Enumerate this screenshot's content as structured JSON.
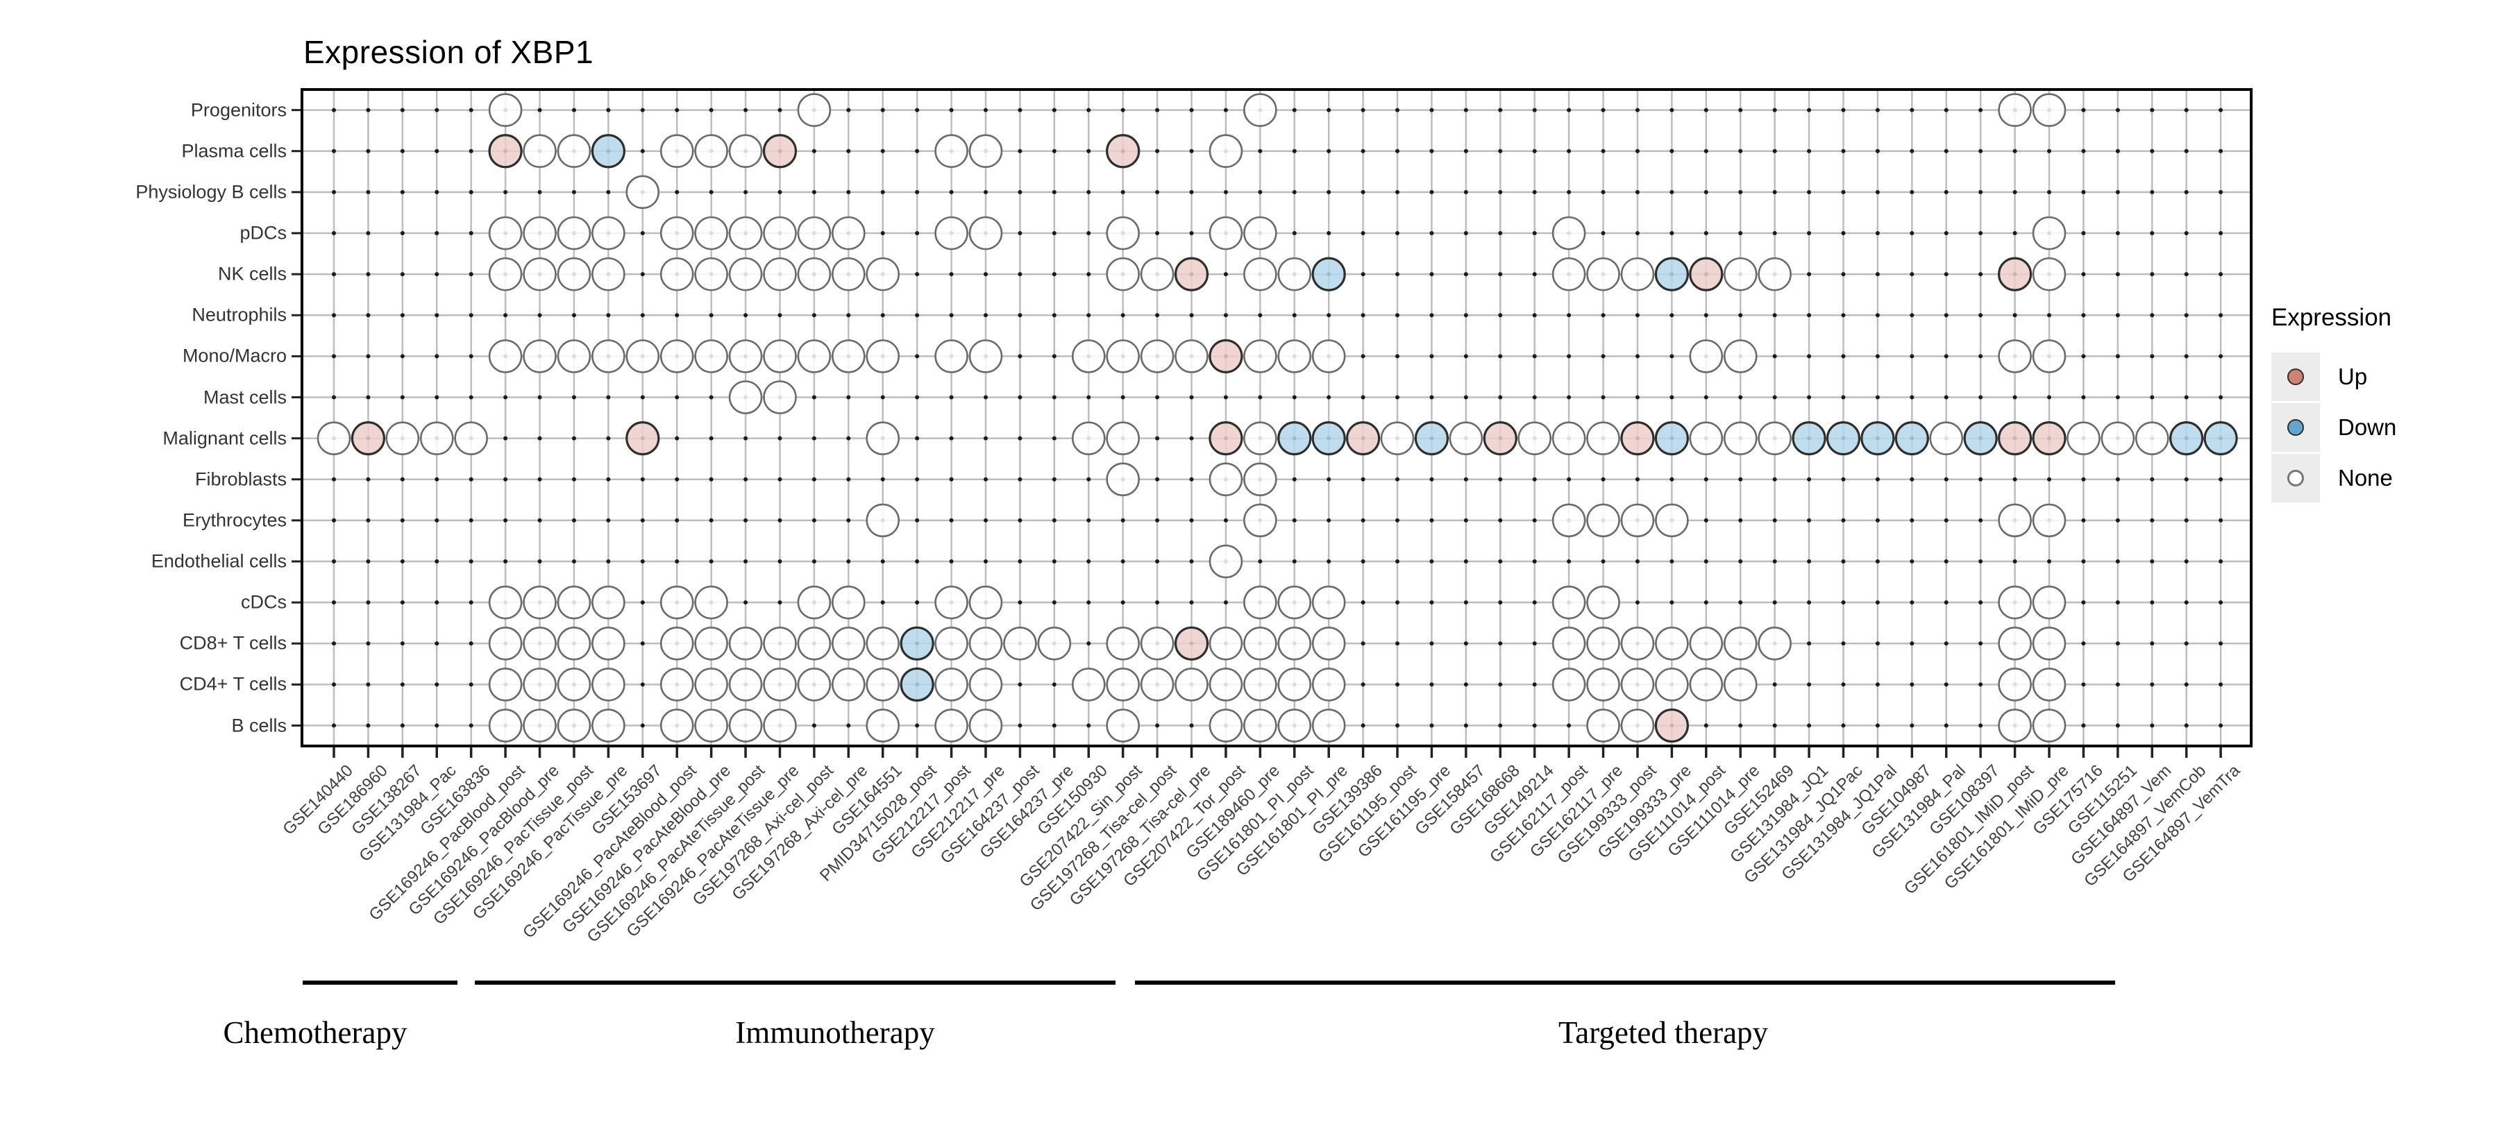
{
  "chart_data": {
    "type": "dot-matrix",
    "title": "Expression of XBP1",
    "rows": [
      "Progenitors",
      "Plasma cells",
      "Physiology B cells",
      "pDCs",
      "NK cells",
      "Neutrophils",
      "Mono/Macro",
      "Mast cells",
      "Malignant cells",
      "Fibroblasts",
      "Erythrocytes",
      "Endothelial cells",
      "cDCs",
      "CD8+ T cells",
      "CD4+ T cells",
      "B cells"
    ],
    "columns": [
      "GSE140440",
      "GSE186960",
      "GSE138267",
      "GSE131984_Pac",
      "GSE163836",
      "GSE169246_PacBlood_post",
      "GSE169246_PacBlood_pre",
      "GSE169246_PacTissue_post",
      "GSE169246_PacTissue_pre",
      "GSE153697",
      "GSE169246_PacAteBlood_post",
      "GSE169246_PacAteBlood_pre",
      "GSE169246_PacAteTissue_post",
      "GSE169246_PacAteTissue_pre",
      "GSE197268_Axi-cel_post",
      "GSE197268_Axi-cel_pre",
      "GSE164551",
      "PMID34715028_post",
      "GSE212217_post",
      "GSE212217_pre",
      "GSE164237_post",
      "GSE164237_pre",
      "GSE150930",
      "GSE207422_Sin_post",
      "GSE197268_Tisa-cel_post",
      "GSE197268_Tisa-cel_pre",
      "GSE207422_Tor_post",
      "GSE189460_pre",
      "GSE161801_PI_post",
      "GSE161801_PI_pre",
      "GSE139386",
      "GSE161195_post",
      "GSE161195_pre",
      "GSE158457",
      "GSE168668",
      "GSE149214",
      "GSE162117_post",
      "GSE162117_pre",
      "GSE199333_post",
      "GSE199333_pre",
      "GSE111014_post",
      "GSE111014_pre",
      "GSE152469",
      "GSE131984_JQ1",
      "GSE131984_JQ1Pac",
      "GSE131984_JQ1Pal",
      "GSE104987",
      "GSE131984_Pal",
      "GSE108397",
      "GSE161801_IMiD_post",
      "GSE161801_IMiD_pre",
      "GSE175716",
      "GSE115251",
      "GSE164897_Vem",
      "GSE164897_VemCob",
      "GSE164897_VemTra"
    ],
    "states": {
      "U": "Up",
      "D": "Down",
      "N": "None"
    },
    "dots": [
      [
        0,
        5
      ],
      [
        0,
        14
      ],
      [
        0,
        27
      ],
      [
        0,
        49
      ],
      [
        0,
        50
      ],
      [
        1,
        5,
        "U"
      ],
      [
        1,
        6
      ],
      [
        1,
        7
      ],
      [
        1,
        8,
        "D"
      ],
      [
        1,
        10
      ],
      [
        1,
        11
      ],
      [
        1,
        12
      ],
      [
        1,
        13,
        "U"
      ],
      [
        1,
        18
      ],
      [
        1,
        19
      ],
      [
        1,
        23,
        "U"
      ],
      [
        1,
        26
      ],
      [
        2,
        9
      ],
      [
        3,
        5
      ],
      [
        3,
        6
      ],
      [
        3,
        7
      ],
      [
        3,
        8
      ],
      [
        3,
        10
      ],
      [
        3,
        11
      ],
      [
        3,
        12
      ],
      [
        3,
        13
      ],
      [
        3,
        14
      ],
      [
        3,
        15
      ],
      [
        3,
        18
      ],
      [
        3,
        19
      ],
      [
        3,
        23
      ],
      [
        3,
        26
      ],
      [
        3,
        27
      ],
      [
        3,
        36
      ],
      [
        3,
        50
      ],
      [
        4,
        5
      ],
      [
        4,
        6
      ],
      [
        4,
        7
      ],
      [
        4,
        8
      ],
      [
        4,
        10
      ],
      [
        4,
        11
      ],
      [
        4,
        12
      ],
      [
        4,
        13
      ],
      [
        4,
        14
      ],
      [
        4,
        15
      ],
      [
        4,
        16
      ],
      [
        4,
        23
      ],
      [
        4,
        24
      ],
      [
        4,
        25,
        "U"
      ],
      [
        4,
        27
      ],
      [
        4,
        28
      ],
      [
        4,
        29,
        "D"
      ],
      [
        4,
        36
      ],
      [
        4,
        37
      ],
      [
        4,
        38
      ],
      [
        4,
        39,
        "D"
      ],
      [
        4,
        40,
        "U"
      ],
      [
        4,
        41
      ],
      [
        4,
        42
      ],
      [
        4,
        49,
        "U"
      ],
      [
        4,
        50
      ],
      [
        6,
        5
      ],
      [
        6,
        6
      ],
      [
        6,
        7
      ],
      [
        6,
        8
      ],
      [
        6,
        9
      ],
      [
        6,
        10
      ],
      [
        6,
        11
      ],
      [
        6,
        12
      ],
      [
        6,
        13
      ],
      [
        6,
        14
      ],
      [
        6,
        15
      ],
      [
        6,
        16
      ],
      [
        6,
        18
      ],
      [
        6,
        19
      ],
      [
        6,
        22
      ],
      [
        6,
        23
      ],
      [
        6,
        24
      ],
      [
        6,
        25
      ],
      [
        6,
        26,
        "U"
      ],
      [
        6,
        27
      ],
      [
        6,
        28
      ],
      [
        6,
        29
      ],
      [
        6,
        40
      ],
      [
        6,
        41
      ],
      [
        6,
        49
      ],
      [
        6,
        50
      ],
      [
        7,
        12
      ],
      [
        7,
        13
      ],
      [
        8,
        0
      ],
      [
        8,
        1,
        "U"
      ],
      [
        8,
        2
      ],
      [
        8,
        3
      ],
      [
        8,
        4
      ],
      [
        8,
        9,
        "U"
      ],
      [
        8,
        16
      ],
      [
        8,
        22
      ],
      [
        8,
        23
      ],
      [
        8,
        26,
        "U"
      ],
      [
        8,
        27
      ],
      [
        8,
        28,
        "D"
      ],
      [
        8,
        29,
        "D"
      ],
      [
        8,
        30,
        "U"
      ],
      [
        8,
        31
      ],
      [
        8,
        32,
        "D"
      ],
      [
        8,
        33
      ],
      [
        8,
        34,
        "U"
      ],
      [
        8,
        35
      ],
      [
        8,
        36
      ],
      [
        8,
        37
      ],
      [
        8,
        38,
        "U"
      ],
      [
        8,
        39,
        "D"
      ],
      [
        8,
        40
      ],
      [
        8,
        41
      ],
      [
        8,
        42
      ],
      [
        8,
        43,
        "D"
      ],
      [
        8,
        44,
        "D"
      ],
      [
        8,
        45,
        "D"
      ],
      [
        8,
        46,
        "D"
      ],
      [
        8,
        47
      ],
      [
        8,
        48,
        "D"
      ],
      [
        8,
        49,
        "U"
      ],
      [
        8,
        50,
        "U"
      ],
      [
        8,
        51
      ],
      [
        8,
        52
      ],
      [
        8,
        53
      ],
      [
        8,
        54,
        "D"
      ],
      [
        8,
        55,
        "D"
      ],
      [
        9,
        23
      ],
      [
        9,
        26
      ],
      [
        9,
        27
      ],
      [
        10,
        16
      ],
      [
        10,
        27
      ],
      [
        10,
        36
      ],
      [
        10,
        37
      ],
      [
        10,
        38
      ],
      [
        10,
        39
      ],
      [
        10,
        49
      ],
      [
        10,
        50
      ],
      [
        11,
        26
      ],
      [
        12,
        5
      ],
      [
        12,
        6
      ],
      [
        12,
        7
      ],
      [
        12,
        8
      ],
      [
        12,
        10
      ],
      [
        12,
        11
      ],
      [
        12,
        14
      ],
      [
        12,
        15
      ],
      [
        12,
        18
      ],
      [
        12,
        19
      ],
      [
        12,
        27
      ],
      [
        12,
        28
      ],
      [
        12,
        29
      ],
      [
        12,
        36
      ],
      [
        12,
        37
      ],
      [
        12,
        49
      ],
      [
        12,
        50
      ],
      [
        13,
        5
      ],
      [
        13,
        6
      ],
      [
        13,
        7
      ],
      [
        13,
        8
      ],
      [
        13,
        10
      ],
      [
        13,
        11
      ],
      [
        13,
        12
      ],
      [
        13,
        13
      ],
      [
        13,
        14
      ],
      [
        13,
        15
      ],
      [
        13,
        16
      ],
      [
        13,
        17,
        "D"
      ],
      [
        13,
        18
      ],
      [
        13,
        19
      ],
      [
        13,
        20
      ],
      [
        13,
        21
      ],
      [
        13,
        23
      ],
      [
        13,
        24
      ],
      [
        13,
        25,
        "U"
      ],
      [
        13,
        26
      ],
      [
        13,
        27
      ],
      [
        13,
        28
      ],
      [
        13,
        29
      ],
      [
        13,
        36
      ],
      [
        13,
        37
      ],
      [
        13,
        38
      ],
      [
        13,
        39
      ],
      [
        13,
        40
      ],
      [
        13,
        41
      ],
      [
        13,
        42
      ],
      [
        13,
        49
      ],
      [
        13,
        50
      ],
      [
        14,
        5
      ],
      [
        14,
        6
      ],
      [
        14,
        7
      ],
      [
        14,
        8
      ],
      [
        14,
        10
      ],
      [
        14,
        11
      ],
      [
        14,
        12
      ],
      [
        14,
        13
      ],
      [
        14,
        14
      ],
      [
        14,
        15
      ],
      [
        14,
        16
      ],
      [
        14,
        17,
        "D"
      ],
      [
        14,
        18
      ],
      [
        14,
        19
      ],
      [
        14,
        22
      ],
      [
        14,
        23
      ],
      [
        14,
        24
      ],
      [
        14,
        25
      ],
      [
        14,
        26
      ],
      [
        14,
        27
      ],
      [
        14,
        28
      ],
      [
        14,
        29
      ],
      [
        14,
        36
      ],
      [
        14,
        37
      ],
      [
        14,
        38
      ],
      [
        14,
        39
      ],
      [
        14,
        40
      ],
      [
        14,
        41
      ],
      [
        14,
        49
      ],
      [
        14,
        50
      ],
      [
        15,
        5
      ],
      [
        15,
        6
      ],
      [
        15,
        7
      ],
      [
        15,
        8
      ],
      [
        15,
        10
      ],
      [
        15,
        11
      ],
      [
        15,
        12
      ],
      [
        15,
        13
      ],
      [
        15,
        16
      ],
      [
        15,
        18
      ],
      [
        15,
        19
      ],
      [
        15,
        23
      ],
      [
        15,
        26
      ],
      [
        15,
        27
      ],
      [
        15,
        28
      ],
      [
        15,
        29
      ],
      [
        15,
        37
      ],
      [
        15,
        38
      ],
      [
        15,
        39,
        "U"
      ],
      [
        15,
        49
      ],
      [
        15,
        50
      ]
    ],
    "legend": {
      "title": "Expression",
      "items": [
        {
          "key": "U",
          "label": "Up"
        },
        {
          "key": "D",
          "label": "Down"
        },
        {
          "key": "N",
          "label": "None"
        }
      ]
    },
    "groups": [
      {
        "label": "Chemotherapy",
        "col_start": 1,
        "col_end": 5
      },
      {
        "label": "Immunotherapy",
        "col_start": 6,
        "col_end": 23
      },
      {
        "label": "Targeted therapy",
        "col_start": 24,
        "col_end": 56
      }
    ],
    "colors": {
      "up_fill": "#EDCFCA",
      "down_fill": "#B5D7EA",
      "none_fill": "#FFFFFF",
      "up_legend": "#CE8273",
      "down_legend": "#64A5CD",
      "none_legend": "#FFFFFF",
      "grid": "#BDBDBD",
      "outline_colored": "#2E2E2E",
      "outline_none": "#6B6B6B"
    }
  }
}
